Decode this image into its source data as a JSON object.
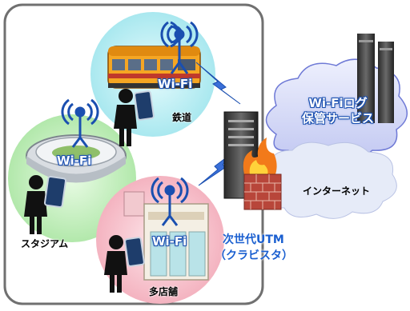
{
  "labels": {
    "wifi_railway": "Wi-Fi",
    "wifi_stadium": "Wi-Fi",
    "wifi_store": "Wi-Fi",
    "railway": "鉄道",
    "stadium": "スタジアム",
    "store": "多店舗",
    "cloud_line1": "Wi-Fiログ",
    "cloud_line2": "保管サービス",
    "internet": "インターネット",
    "utm_line1": "次世代UTM",
    "utm_line2": "（クラビスタ）"
  },
  "colors": {
    "railway_zone": "#bfeff3",
    "stadium_zone": "#c9f0c4",
    "store_zone": "#f8c8d0",
    "frame": "#707070",
    "wifi_text": "#1a4fb0",
    "utm_text": "#1a5fd0",
    "cloud_fill": "#d8dcf7"
  },
  "icons": [
    "wifi-antenna-icon",
    "train-icon",
    "stadium-icon",
    "store-icon",
    "person-with-phone-icon",
    "server-rack-icon",
    "firewall-icon",
    "lightning-icon",
    "cloud-icon"
  ]
}
